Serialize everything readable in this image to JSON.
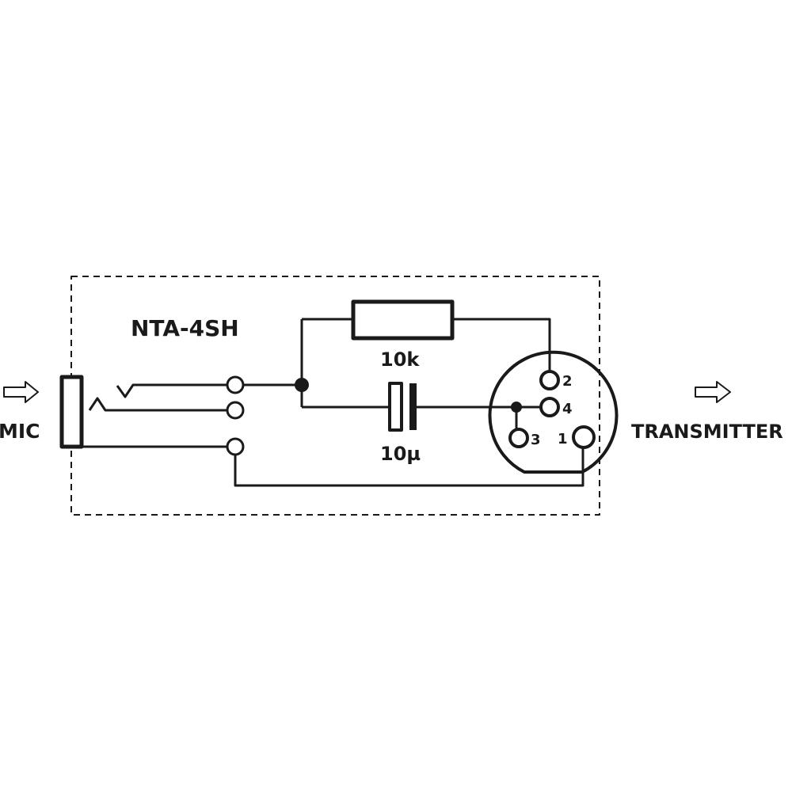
{
  "title": "NTA-4SH",
  "input_label": "MIC",
  "output_label": "TRANSMITTER",
  "resistor_label": "10k",
  "capacitor_label": "10µ",
  "pins": [
    "2",
    "4",
    "3",
    "1"
  ],
  "colors": {
    "ink": "#1a1a1a",
    "background": "#ffffff"
  }
}
